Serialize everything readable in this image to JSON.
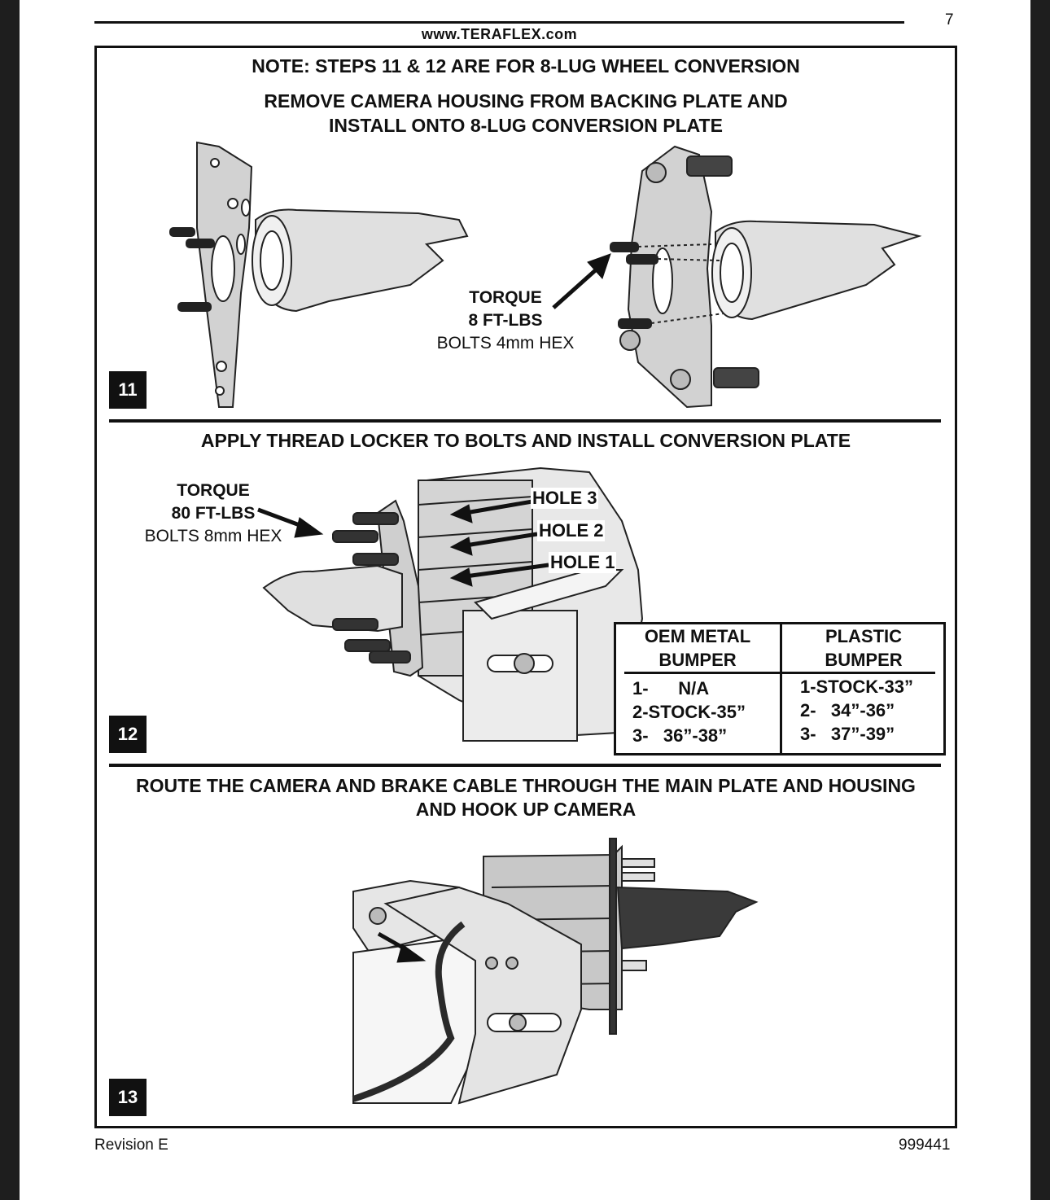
{
  "header": {
    "page_number": "7",
    "url": "www.TERAFLEX.com"
  },
  "step11": {
    "number": "11",
    "note": "NOTE: STEPS 11 & 12 ARE FOR 8-LUG WHEEL CONVERSION",
    "title_line1": "REMOVE CAMERA HOUSING FROM BACKING PLATE AND",
    "title_line2": "INSTALL ONTO 8-LUG CONVERSION PLATE",
    "torque_label": "TORQUE",
    "torque_value": "8 FT-LBS",
    "bolt_spec": "BOLTS 4mm HEX"
  },
  "step12": {
    "number": "12",
    "title": "APPLY THREAD LOCKER TO BOLTS AND INSTALL CONVERSION PLATE",
    "torque_label": "TORQUE",
    "torque_value": "80 FT-LBS",
    "bolt_spec": "BOLTS 8mm HEX",
    "hole3": "HOLE 3",
    "hole2": "HOLE 2",
    "hole1": "HOLE 1",
    "table": {
      "col1_line1": "OEM METAL",
      "col1_line2": "BUMPER",
      "col2_line1": "PLASTIC",
      "col2_line2": "BUMPER",
      "col1_rows": [
        "1-      N/A",
        "2-STOCK-35”",
        "3-   36”-38”"
      ],
      "col2_rows": [
        "1-STOCK-33”",
        "2-   34”-36”",
        "3-   37”-39”"
      ]
    }
  },
  "step13": {
    "number": "13",
    "title_line1": "ROUTE THE CAMERA AND BRAKE CABLE THROUGH THE MAIN PLATE AND HOUSING",
    "title_line2": "AND HOOK UP CAMERA"
  },
  "footer": {
    "revision": "Revision E",
    "part_number": "999441"
  }
}
